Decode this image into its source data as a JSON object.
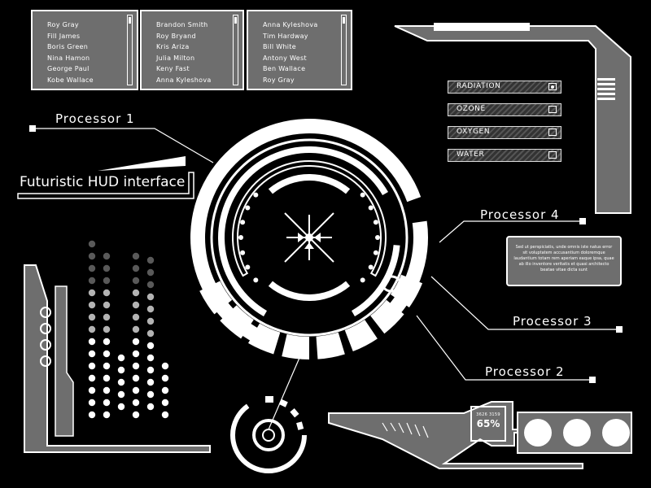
{
  "lists": {
    "col1": [
      "Roy Gray",
      "Fill James",
      "Boris Green",
      "Nina Hamon",
      "George Paul",
      "Kobe Wallace"
    ],
    "col2": [
      "Brandon Smith",
      "Roy Bryand",
      "Kris Ariza",
      "Julia Milton",
      "Keny Fast",
      "Anna Kyleshova"
    ],
    "col3": [
      "Anna Kyleshova",
      "Tim Hardway",
      "Bill White",
      "Antony West",
      "Ben Wallace",
      "Roy Gray"
    ]
  },
  "processors": {
    "p1": "Processor 1",
    "p2": "Processor 2",
    "p3": "Processor 3",
    "p4": "Processor 4"
  },
  "title": "Futuristic HUD interface",
  "gauges": [
    {
      "label": "RADIATION",
      "indicator": "on"
    },
    {
      "label": "OZONE",
      "indicator": "off"
    },
    {
      "label": "OXYGEN",
      "indicator": "off"
    },
    {
      "label": "WATER",
      "indicator": "off"
    }
  ],
  "infobox": {
    "text": "Sed ut perspiciatis, unde omnis iste natus error sit voluptatem accusantium doloremque laudantium totam rem aperiam eaque ipsa, quae ab illo inventore veritatis et quasi architecto beatae vitae dicta sunt"
  },
  "readout": {
    "small": "3626 3159",
    "big": "65%"
  },
  "colors": {
    "background": "#000000",
    "foreground": "#ffffff",
    "panel_fill": "#6e6e6e"
  }
}
